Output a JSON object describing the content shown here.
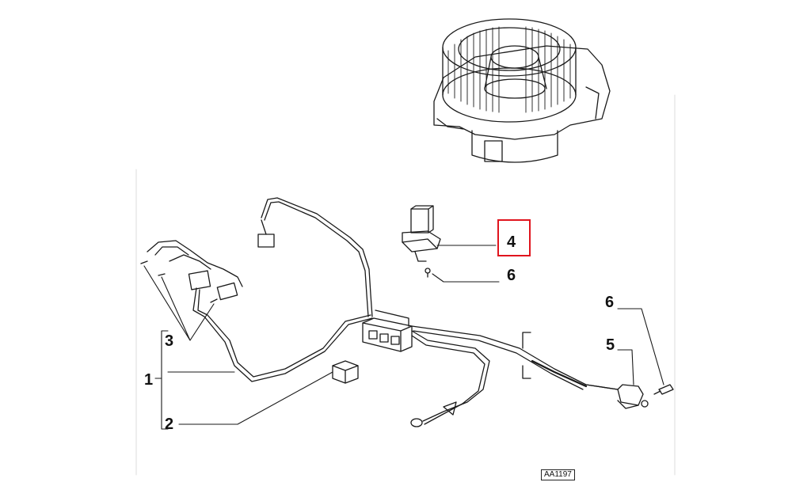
{
  "diagram": {
    "reference_code": "AA1197",
    "highlight_color": "#e0141e",
    "callouts": {
      "c1": "1",
      "c2": "2",
      "c3": "3",
      "c4": "4",
      "c5": "5",
      "c6a": "6",
      "c6b": "6"
    },
    "components": [
      "blower-motor-fan",
      "wiring-harness",
      "connector-module",
      "relay",
      "resistor-module",
      "screw",
      "sensor"
    ],
    "highlighted_callout": "4"
  }
}
